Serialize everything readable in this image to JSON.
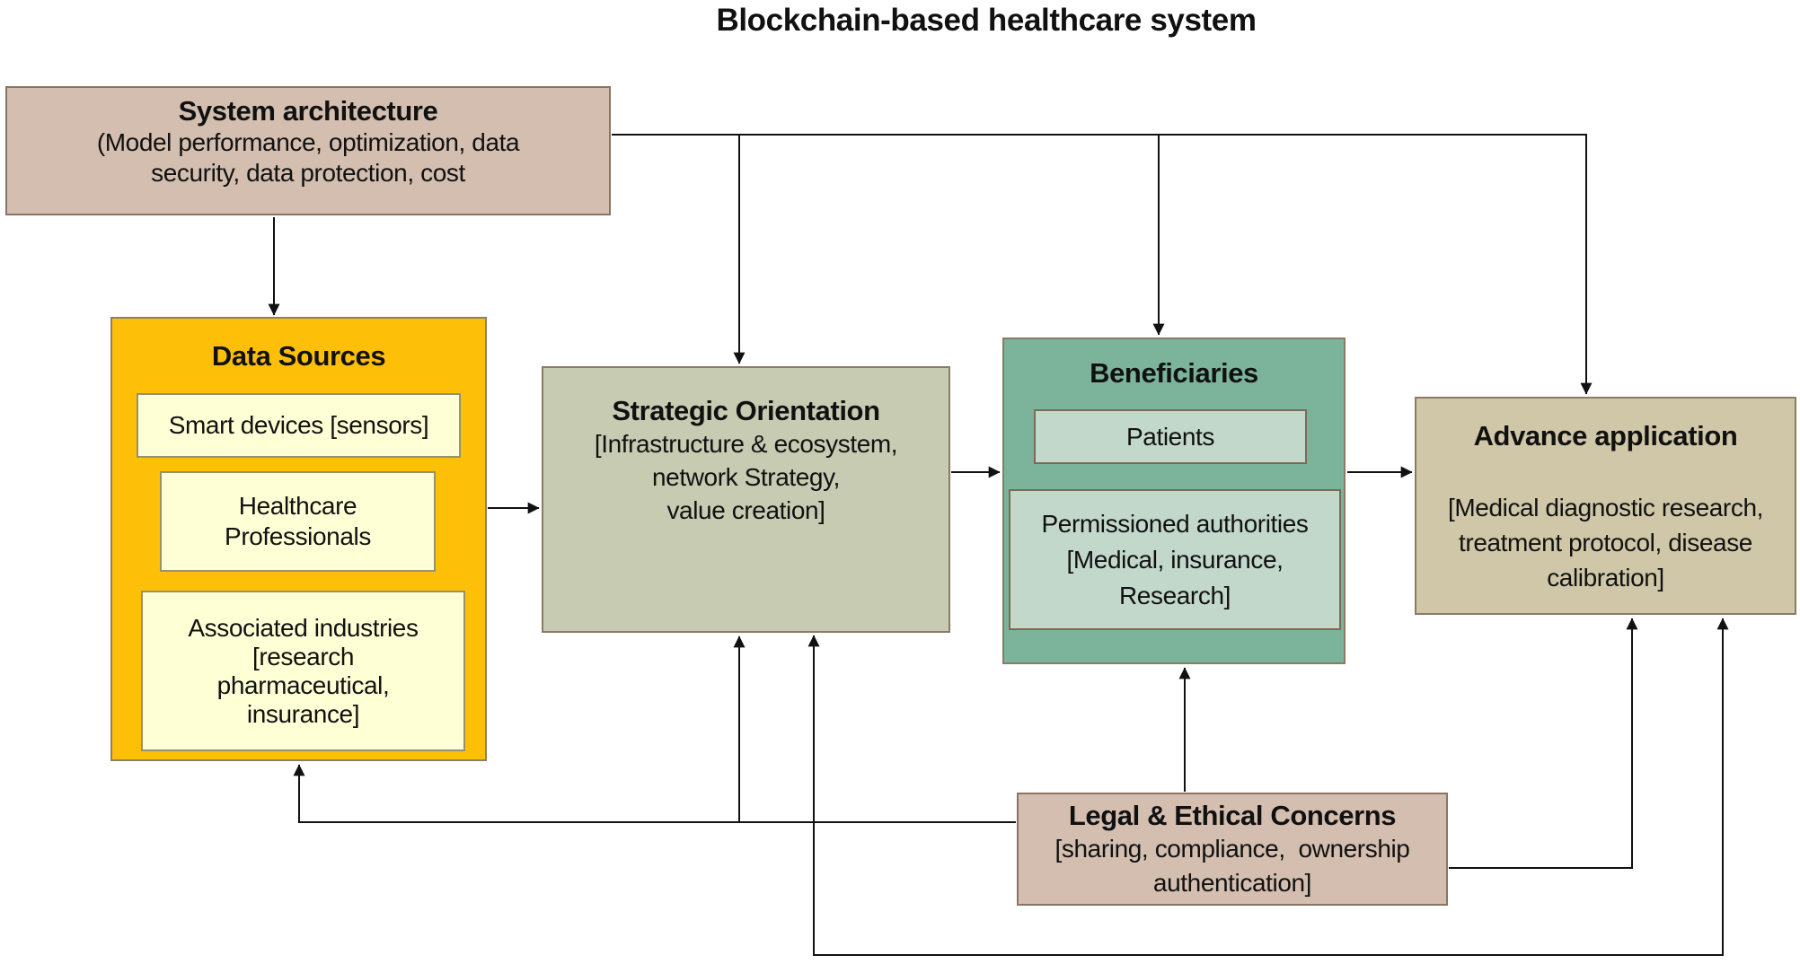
{
  "title": "Blockchain-based healthcare system",
  "colors": {
    "connector": "#111111",
    "canvas_bg": "#ffffff"
  },
  "boxes": {
    "system_architecture": {
      "title": "System architecture",
      "lines": [
        "(Model performance, optimization, data",
        "security, data protection, cost"
      ],
      "fill": "#d3beb0",
      "border": "#8a7463"
    },
    "data_sources": {
      "title": "Data Sources",
      "fill": "#fdbf07",
      "border": "#8a8069",
      "smart_devices": {
        "label": "Smart devices [sensors]",
        "fill": "#ffffd6",
        "border": "#96916f"
      },
      "healthcare_professionals": {
        "lines": [
          "Healthcare",
          "Professionals"
        ],
        "fill": "#ffffd6",
        "border": "#96916f"
      },
      "associated_industries": {
        "lines": [
          "Associated industries",
          "[research",
          "pharmaceutical,",
          "insurance]"
        ],
        "fill": "#ffffd6",
        "border": "#96916f"
      }
    },
    "strategic_orientation": {
      "title": "Strategic Orientation",
      "lines": [
        "[Infrastructure & ecosystem,",
        "network Strategy,",
        "value creation]"
      ],
      "fill": "#c7cbb2",
      "border": "#8b7a66"
    },
    "beneficiaries": {
      "title": "Beneficiaries",
      "fill": "#7cb39b",
      "border": "#8b7a66",
      "patients": {
        "label": "Patients",
        "fill": "#c2d8cb",
        "border": "#7d6a55"
      },
      "permissioned_authorities": {
        "lines": [
          "Permissioned authorities",
          "[Medical, insurance,",
          "Research]"
        ],
        "fill": "#c2d8cb",
        "border": "#7d6a55"
      }
    },
    "advance_application": {
      "title": "Advance application",
      "lines": [
        "[Medical diagnostic research,",
        "treatment protocol, disease",
        "calibration]"
      ],
      "fill": "#d0c7a8",
      "border": "#8b7a66"
    },
    "legal_ethical_concerns": {
      "title": "Legal & Ethical Concerns",
      "lines": [
        "[sharing, compliance,  ownership",
        "authentication]"
      ],
      "fill": "#d3beb0",
      "border": "#8a7463"
    }
  }
}
